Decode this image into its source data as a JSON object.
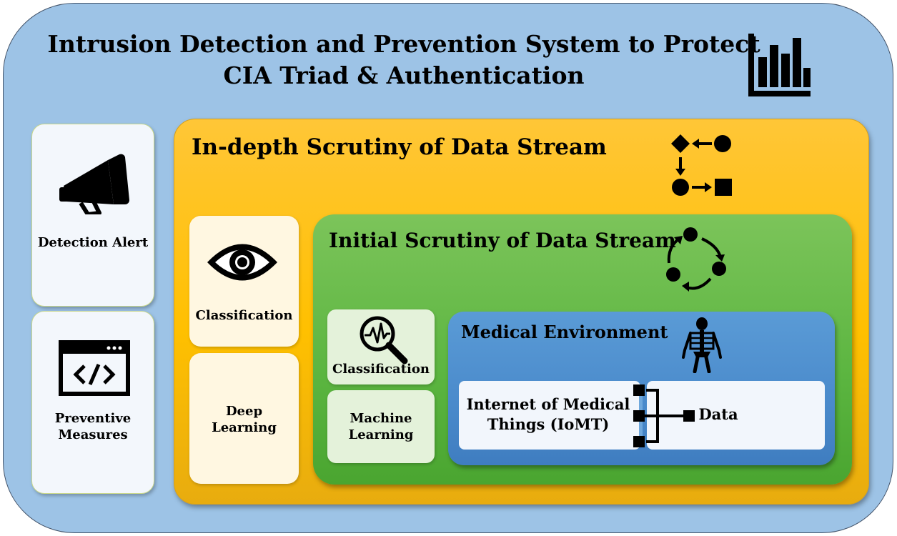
{
  "title": {
    "line1": "Intrusion Detection and Prevention System to Protect",
    "line2": "CIA Triad & Authentication"
  },
  "left_panels": {
    "detection": "Detection Alert",
    "preventive_line1": "Preventive",
    "preventive_line2": "Measures"
  },
  "in_depth": {
    "title": "In-depth Scrutiny of Data Stream",
    "classification": "Classification",
    "deep_line1": "Deep",
    "deep_line2": "Learning"
  },
  "initial": {
    "title": "Initial Scrutiny of Data Stream",
    "classification": "Classification",
    "ml_line1": "Machine",
    "ml_line2": "Learning"
  },
  "medical": {
    "title": "Medical Environment",
    "iomt_line1": "Internet of Medical",
    "iomt_line2": "Things (IoMT)",
    "data": "Data"
  },
  "icons": {
    "title": "bar-chart-icon",
    "detection": "megaphone-icon",
    "preventive": "code-window-icon",
    "in_depth": "process-flow-icon",
    "deep_classification": "eye-icon",
    "initial": "cycle-icon",
    "initial_classification": "magnifier-waveform-icon",
    "medical": "skeleton-icon",
    "connector": "bracket-connector-icon"
  },
  "colors": {
    "outer": "#9dc3e6",
    "in_depth": "#ffc000",
    "initial": "#5bb540",
    "medical": "#4a8acb"
  }
}
